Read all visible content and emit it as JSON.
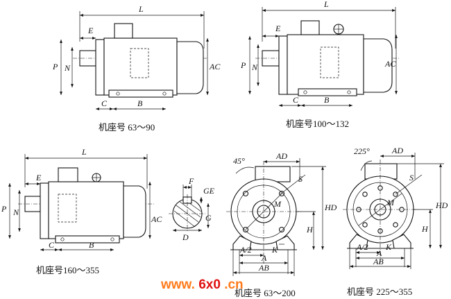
{
  "diagram": {
    "views": [
      {
        "caption": "机座号 63～90",
        "labels": {
          "L": "L",
          "E": "E",
          "P": "P",
          "N": "N",
          "AC": "AC",
          "C": "C",
          "B": "B"
        }
      },
      {
        "caption": "机座号100～132",
        "labels": {
          "L": "L",
          "E": "E",
          "P": "P",
          "N": "N",
          "AC": "AC",
          "C": "C",
          "B": "B"
        }
      },
      {
        "caption": "机座号160～355",
        "labels": {
          "L": "L",
          "E": "E",
          "P": "P",
          "N": "N",
          "AC": "AC",
          "C": "C",
          "B": "B"
        }
      },
      {
        "caption": "",
        "labels": {
          "F": "F",
          "GE": "GE",
          "G": "G",
          "D": "D"
        }
      },
      {
        "caption": "机座号 63～200",
        "labels": {
          "angle": "45°",
          "AD": "AD",
          "S": "S",
          "M": "M",
          "HD": "HD",
          "H": "H",
          "A2": "A/2",
          "K": "K",
          "A": "A",
          "AB": "AB"
        }
      },
      {
        "caption": "机座号 225～355",
        "labels": {
          "angle": "225°",
          "AD": "AD",
          "S": "S",
          "M": "M",
          "HD": "HD",
          "H": "H",
          "A2": "A/2",
          "K": "K",
          "A": "A",
          "AB": "AB"
        }
      }
    ],
    "watermark": {
      "text": "www.6x0.cn",
      "colors": {
        "www": "#ff7a1a",
        "6x0": "#e01010",
        "cn": "#ff7a1a"
      }
    }
  }
}
